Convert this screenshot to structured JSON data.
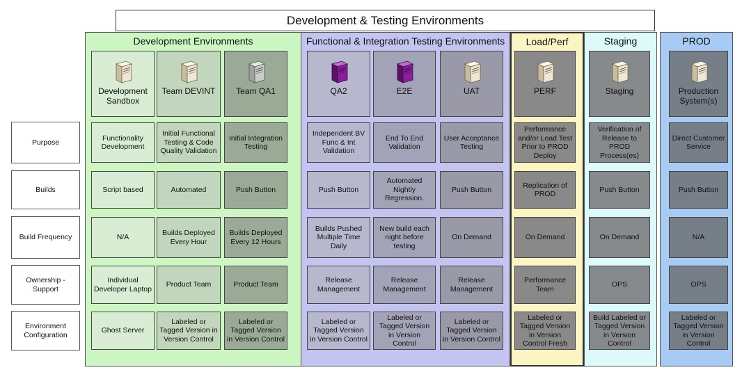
{
  "title": "Development & Testing Environments",
  "colors": {
    "dev_bg": "#ccf7c2",
    "func_bg": "#c4c4f0",
    "perf_bg": "#fbf5c3",
    "staging_bg": "#ddfafa",
    "prod_bg": "#a7cbf3",
    "perf_border": "#333333"
  },
  "groups": [
    {
      "id": "dev",
      "title": "Development Environments"
    },
    {
      "id": "func",
      "title": "Functional & Integration Testing Environments"
    },
    {
      "id": "perf",
      "title": "Load/Perf"
    },
    {
      "id": "staging",
      "title": "Staging"
    },
    {
      "id": "prod",
      "title": "PROD"
    }
  ],
  "row_labels": [
    "Purpose",
    "Builds",
    "Build Frequency",
    "Ownership - Support",
    "Environment Configuration"
  ],
  "environments": [
    {
      "name": "Development Sandbox",
      "icon": "server-beige-icon",
      "fill": "#d9ecd4",
      "cells": [
        "Functionality Development",
        "Script based",
        "N/A",
        "Individual Developer Laptop",
        "Ghost Server"
      ]
    },
    {
      "name": "Team DEVINT",
      "icon": "server-beige-icon",
      "fill": "#c2d5bd",
      "cells": [
        "Initial Functional Testing & Code Quality Validation",
        "Automated",
        "Builds Deployed Every Hour",
        "Product Team",
        "Labeled or Tagged Version in Version Control"
      ]
    },
    {
      "name": "Team QA1",
      "icon": "server-gray-icon",
      "fill": "#9aaa96",
      "cells": [
        "Initial Integration Testing",
        "Push Button",
        "Builds Deployed Every 12 Hours",
        "Product Team",
        "Labeled or Tagged Version in Version Control"
      ]
    },
    {
      "name": "QA2",
      "icon": "server-purple-icon",
      "fill": "#b7b7cd",
      "cells": [
        "Independent BV Func & Int Validation",
        "Push Button",
        "Builds Pushed Multiple Time Daily",
        "Release Management",
        "Labeled or Tagged Version in Version Control"
      ]
    },
    {
      "name": "E2E",
      "icon": "server-purple-icon",
      "fill": "#a3a3b7",
      "cells": [
        "End To End Validation",
        "Automated Nightly Regression.",
        "New build each night before testing",
        "Release Management",
        "Labeled or Tagged Version in Version Control"
      ]
    },
    {
      "name": "UAT",
      "icon": "server-beige-icon",
      "fill": "#9999a8",
      "cells": [
        "User Acceptance Testing",
        "Push Button",
        "On Demand",
        "Release Management",
        "Labeled or Tagged Version in Version Control"
      ]
    },
    {
      "name": "PERF",
      "icon": "server-beige-icon",
      "fill": "#898989",
      "cells": [
        "Performance and/or Load Test Prior to PROD Deploy",
        "Replication of PROD",
        "On Demand",
        "Performance Team",
        "Labeled or Tagged Version in Version Control Fresh"
      ]
    },
    {
      "name": "Staging",
      "icon": "server-beige-icon",
      "fill": "#878a8c",
      "cells": [
        "Verification of Release to PROD Process(es)",
        "Push Button",
        "On Demand",
        "OPS",
        "Build Labeled or Tagged Version in Version Control"
      ]
    },
    {
      "name": "Production System(s)",
      "icon": "server-beige-icon",
      "fill": "#767e88",
      "cells": [
        "Direct Customer Service",
        "Push Button",
        "N/A",
        "OPS",
        "Labeled or Tagged Version in Version Control"
      ]
    }
  ]
}
